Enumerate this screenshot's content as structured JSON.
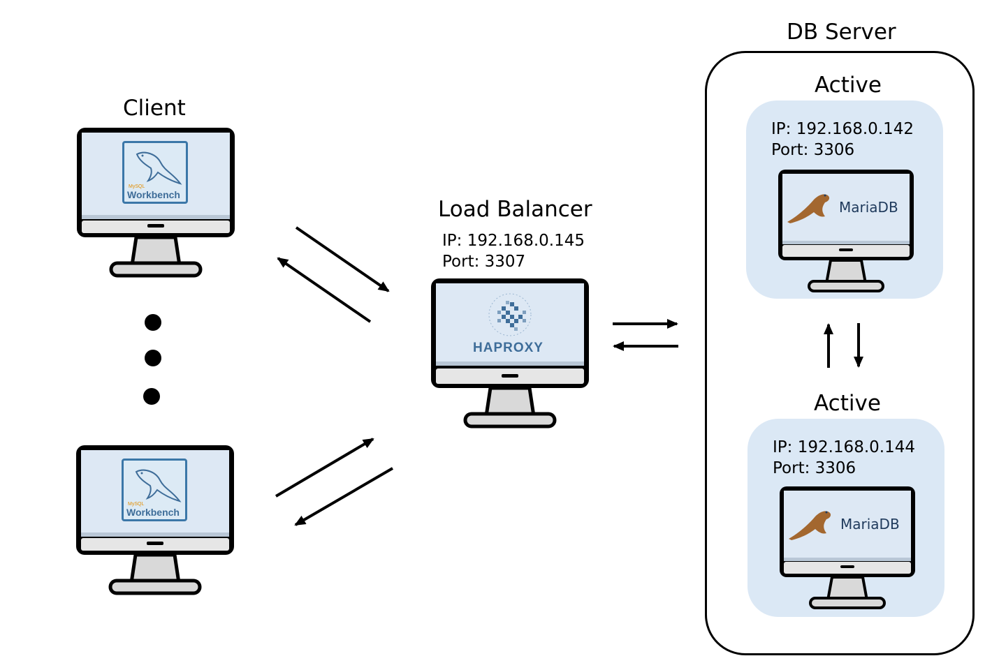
{
  "client": {
    "title": "Client",
    "app_logo_line1": "MySQL",
    "app_logo_line2": "Workbench"
  },
  "load_balancer": {
    "title": "Load Balancer",
    "ip": "IP: 192.168.0.145",
    "port": "Port: 3307",
    "logo_text": "HAPROXY"
  },
  "db_server": {
    "title": "DB Server",
    "nodes": [
      {
        "role": "Active",
        "ip": "IP: 192.168.0.142",
        "port": "Port: 3306",
        "logo_text": "MariaDB"
      },
      {
        "role": "Active",
        "ip": "IP: 192.168.0.144",
        "port": "Port: 3306",
        "logo_text": "MariaDB"
      }
    ]
  },
  "colors": {
    "panel_bg": "#dbe8f5",
    "screen_bg": "#dde8f4",
    "monitor_frame": "#000000",
    "monitor_body": "#e6e6e6",
    "haproxy_blue": "#3e6d99",
    "mariadb_seal": "#a3672f"
  },
  "icons": [
    "mysql-workbench-logo-icon",
    "haproxy-logo-icon",
    "mariadb-seal-icon",
    "monitor-icon",
    "arrow-icon"
  ]
}
